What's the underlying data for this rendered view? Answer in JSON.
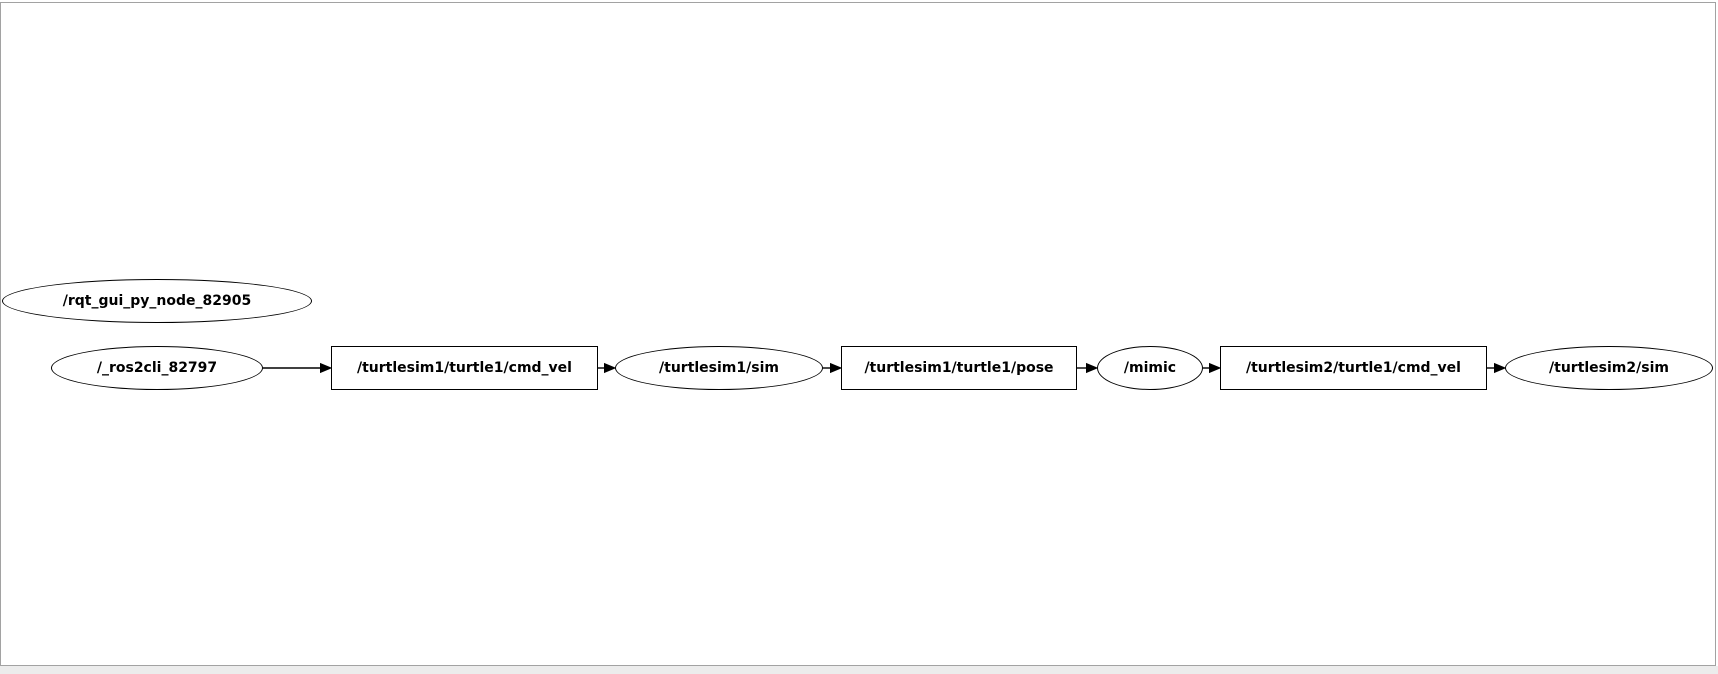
{
  "graph": {
    "nodes": [
      {
        "id": "rqt_gui_py_node_82905",
        "label": "/rqt_gui_py_node_82905",
        "shape": "ellipse",
        "kind": "node"
      },
      {
        "id": "_ros2cli_82797",
        "label": "/_ros2cli_82797",
        "shape": "ellipse",
        "kind": "node"
      },
      {
        "id": "turtlesim1_turtle1_cmd_vel",
        "label": "/turtlesim1/turtle1/cmd_vel",
        "shape": "box",
        "kind": "topic"
      },
      {
        "id": "turtlesim1_sim",
        "label": "/turtlesim1/sim",
        "shape": "ellipse",
        "kind": "node"
      },
      {
        "id": "turtlesim1_turtle1_pose",
        "label": "/turtlesim1/turtle1/pose",
        "shape": "box",
        "kind": "topic"
      },
      {
        "id": "mimic",
        "label": "/mimic",
        "shape": "ellipse",
        "kind": "node"
      },
      {
        "id": "turtlesim2_turtle1_cmd_vel",
        "label": "/turtlesim2/turtle1/cmd_vel",
        "shape": "box",
        "kind": "topic"
      },
      {
        "id": "turtlesim2_sim",
        "label": "/turtlesim2/sim",
        "shape": "ellipse",
        "kind": "node"
      }
    ],
    "edges": [
      {
        "from": "/_ros2cli_82797",
        "to": "/turtlesim1/turtle1/cmd_vel"
      },
      {
        "from": "/turtlesim1/turtle1/cmd_vel",
        "to": "/turtlesim1/sim"
      },
      {
        "from": "/turtlesim1/sim",
        "to": "/turtlesim1/turtle1/pose"
      },
      {
        "from": "/turtlesim1/turtle1/pose",
        "to": "/mimic"
      },
      {
        "from": "/mimic",
        "to": "/turtlesim2/turtle1/cmd_vel"
      },
      {
        "from": "/turtlesim2/turtle1/cmd_vel",
        "to": "/turtlesim2/sim"
      }
    ],
    "colors": {
      "node_stroke": "#000000",
      "node_fill": "#ffffff",
      "edge": "#000000",
      "canvas_border": "#a2a2a2",
      "canvas_bg": "#ffffff",
      "outer_strip_bg": "#ececec"
    }
  }
}
